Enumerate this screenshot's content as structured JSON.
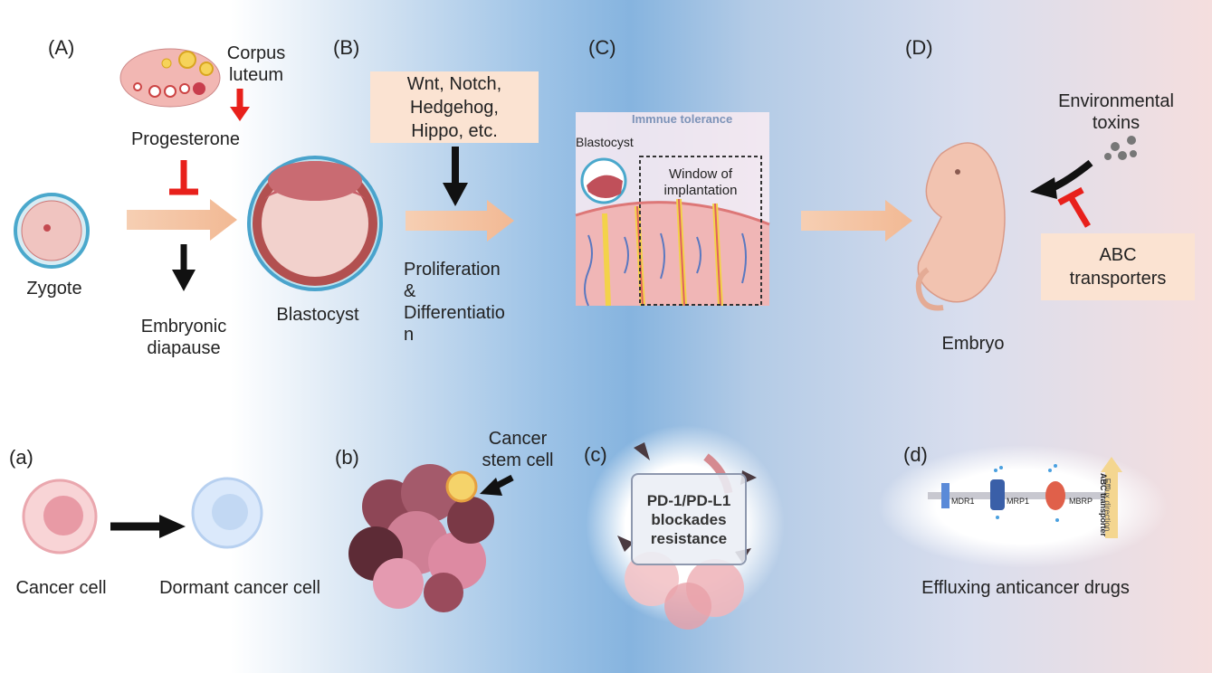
{
  "panels": {
    "A": "(A)",
    "B": "(B)",
    "C": "(C)",
    "D": "(D)",
    "a": "(a)",
    "b": "(b)",
    "c": "(c)",
    "d": "(d)"
  },
  "top": {
    "corpus_luteum": [
      "Corpus",
      "luteum"
    ],
    "progesterone": "Progesterone",
    "zygote": "Zygote",
    "diapause": [
      "Embryonic",
      "diapause"
    ],
    "blastocyst": "Blastocyst",
    "pathways": [
      "Wnt, Notch,",
      "Hedgehog,",
      "Hippo, etc."
    ],
    "prolif": [
      "Proliferation",
      "&",
      "Differentiatio",
      "n"
    ],
    "immune": "Immnue tolerance",
    "blasto_small": "Blastocyst",
    "window": [
      "Window of",
      "implantation"
    ],
    "env_toxins": [
      "Environmental",
      "toxins"
    ],
    "abc": [
      "ABC",
      "transporters"
    ],
    "embryo": "Embryo"
  },
  "bottom": {
    "cancer_cell": "Cancer cell",
    "dormant": "Dormant cancer cell",
    "csc": [
      "Cancer",
      "stem cell"
    ],
    "pd1": [
      "PD-1/PD-L1",
      "blockades",
      "resistance"
    ],
    "mdr1": "MDR1",
    "mrp1": "MRP1",
    "mbrp": "MBRP",
    "abc_transporter": "ABC transporter",
    "efflux_direction": "Efflux direction",
    "efflux": "Effluxing anticancer drugs"
  },
  "colors": {
    "arrow_peach": "#f4c3a1",
    "inhibit_red": "#e8201b",
    "arrow_black": "#111111"
  }
}
